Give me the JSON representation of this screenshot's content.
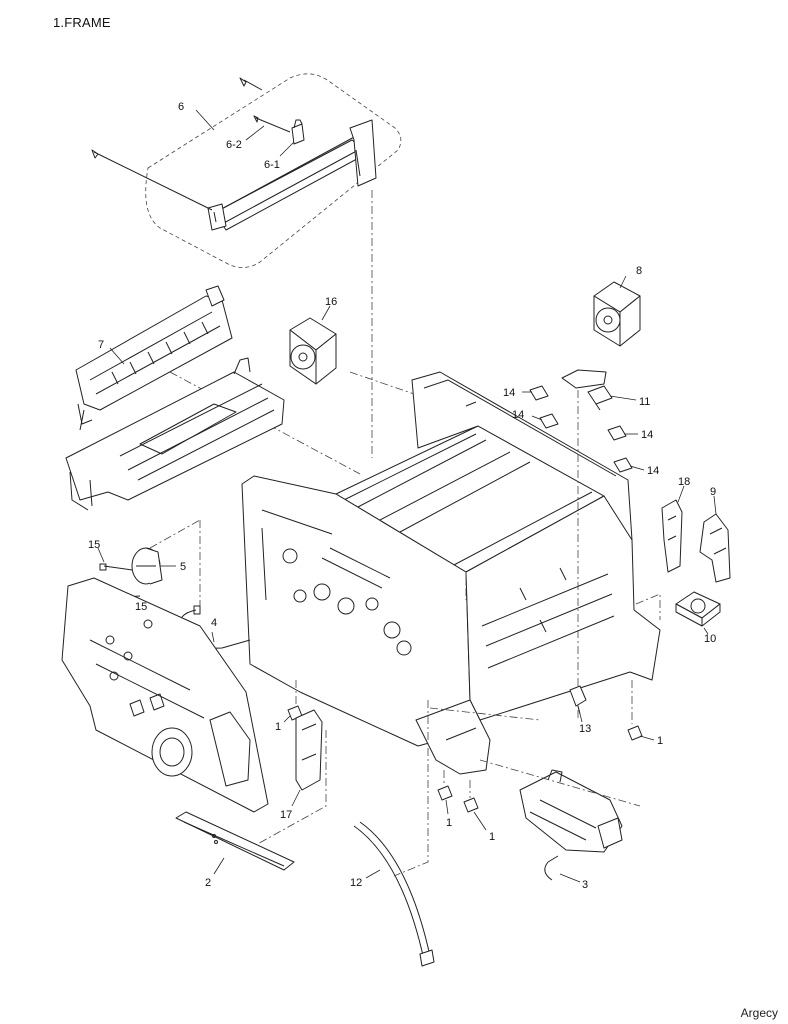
{
  "header": {
    "title": "1.FRAME"
  },
  "footer": {
    "brand": "Argecy"
  },
  "callouts": {
    "c6": "6",
    "c6_2": "6-2",
    "c6_1": "6-1",
    "c16": "16",
    "c8": "8",
    "c7": "7",
    "c14a": "14",
    "c14b": "14",
    "c14c": "14",
    "c14d": "14",
    "c11": "11",
    "c18": "18",
    "c9": "9",
    "c15a": "15",
    "c5": "5",
    "c15b": "15",
    "c4": "4",
    "c10": "10",
    "c13": "13",
    "c1a": "1",
    "c1b": "1",
    "c1c": "1",
    "c1d": "1",
    "c17": "17",
    "c2": "2",
    "c12": "12",
    "c3": "3"
  }
}
